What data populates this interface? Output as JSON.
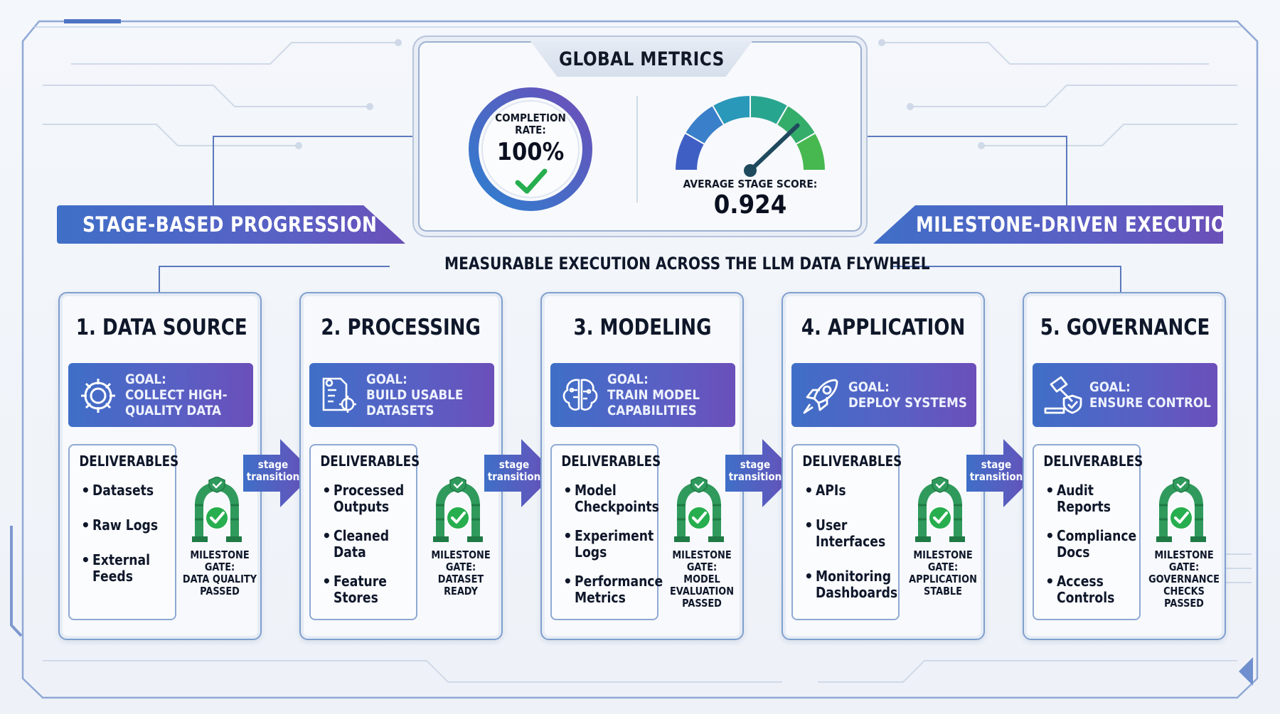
{
  "global_metrics": {
    "title": "GLOBAL METRICS",
    "completion_label_1": "COMPLETION",
    "completion_label_2": "RATE:",
    "completion_value": "100%",
    "completion_fraction": 1.0,
    "score_label": "AVERAGE STAGE SCORE:",
    "score_value": "0.924",
    "score_fraction": 0.924
  },
  "banners": {
    "left": "STAGE-BASED PROGRESSION",
    "right": "MILESTONE-DRIVEN EXECUTION"
  },
  "subtitle": "MEASURABLE EXECUTION ACROSS THE LLM DATA FLYWHEEL",
  "deliverables_heading": "DELIVERABLES",
  "transition": {
    "line1": "stage",
    "line2": "transition"
  },
  "colors": {
    "accent_blue": "#3f6fc7",
    "accent_purple": "#6b4fb9",
    "gate_green": "#2f9a5c",
    "check_green": "#27ae4f",
    "frame_blue": "#8fa8d6"
  },
  "stages": [
    {
      "title": "1. DATA SOURCE",
      "icon": "gear-icon",
      "goal": [
        "GOAL:",
        "COLLECT HIGH-",
        "QUALITY DATA"
      ],
      "deliverables": [
        [
          "Datasets"
        ],
        [
          "Raw Logs"
        ],
        [
          "External",
          "Feeds"
        ]
      ],
      "gate": [
        "MILESTONE",
        "GATE:",
        "DATA QUALITY",
        "PASSED"
      ]
    },
    {
      "title": "2. PROCESSING",
      "icon": "document-gear-icon",
      "goal": [
        "GOAL:",
        "BUILD USABLE",
        "DATASETS"
      ],
      "deliverables": [
        [
          "Processed",
          "Outputs"
        ],
        [
          "Cleaned",
          "Data"
        ],
        [
          "Feature",
          "Stores"
        ]
      ],
      "gate": [
        "MILESTONE",
        "GATE:",
        "DATASET",
        "READY"
      ]
    },
    {
      "title": "3. MODELING",
      "icon": "brain-icon",
      "goal": [
        "GOAL:",
        "TRAIN MODEL",
        "CAPABILITIES"
      ],
      "deliverables": [
        [
          "Model",
          "Checkpoints"
        ],
        [
          "Experiment",
          "Logs"
        ],
        [
          "Performance",
          "Metrics"
        ]
      ],
      "gate": [
        "MILESTONE",
        "GATE:",
        "MODEL",
        "EVALUATION",
        "PASSED"
      ]
    },
    {
      "title": "4. APPLICATION",
      "icon": "rocket-icon",
      "goal": [
        "GOAL:",
        "DEPLOY SYSTEMS"
      ],
      "deliverables": [
        [
          "APIs"
        ],
        [
          "User",
          "Interfaces"
        ],
        [
          "Monitoring",
          "Dashboards"
        ]
      ],
      "gate": [
        "MILESTONE",
        "GATE:",
        "APPLICATION",
        "STABLE"
      ]
    },
    {
      "title": "5. GOVERNANCE",
      "icon": "gavel-shield-icon",
      "goal": [
        "GOAL:",
        "ENSURE CONTROL"
      ],
      "deliverables": [
        [
          "Audit",
          "Reports"
        ],
        [
          "Compliance",
          "Docs"
        ],
        [
          "Access",
          "Controls"
        ]
      ],
      "gate": [
        "MILESTONE",
        "GATE:",
        "GOVERNANCE",
        "CHECKS",
        "PASSED"
      ]
    }
  ]
}
